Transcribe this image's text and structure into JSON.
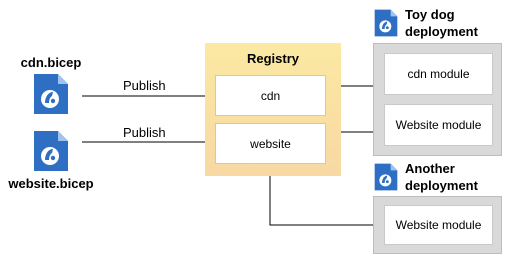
{
  "files": {
    "cdn": {
      "label": "cdn.bicep"
    },
    "website": {
      "label": "website.bicep"
    }
  },
  "edges": {
    "publish_cdn": "Publish",
    "publish_website": "Publish"
  },
  "registry": {
    "title": "Registry",
    "modules": [
      "cdn",
      "website"
    ]
  },
  "deployments": [
    {
      "title_line1": "Toy dog",
      "title_line2": "deployment",
      "modules": [
        "cdn module",
        "Website module"
      ]
    },
    {
      "title_line1": "Another",
      "title_line2": "deployment",
      "modules": [
        "Website module"
      ]
    }
  ],
  "colors": {
    "registry_top": "#fbe9a2",
    "registry_bottom": "#f8d8a3",
    "deployment_panel": "#d9d9d9",
    "bicep_icon_blue": "#2e6fc4",
    "arrow": "#000000"
  }
}
